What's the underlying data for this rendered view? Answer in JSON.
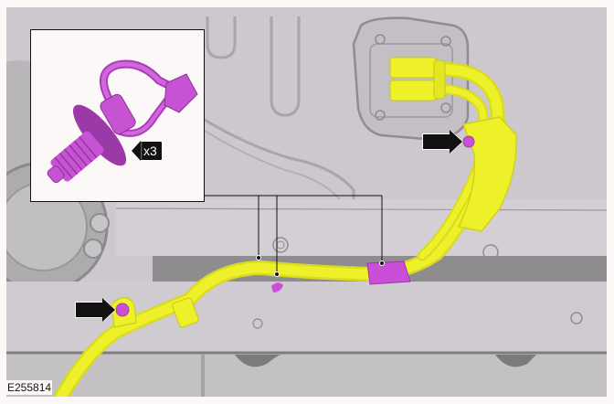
{
  "figure": {
    "reference_code": "E255814",
    "background_color": "#cbc7cc",
    "harness_color": "#eef02a",
    "clip_color": "#c94fd6"
  },
  "inset": {
    "component": "push-pin-clip",
    "quantity_label": "x3"
  },
  "arrows": [
    {
      "name": "upper-right-fastener-arrow",
      "direction": "right"
    },
    {
      "name": "lower-left-fastener-arrow",
      "direction": "right"
    }
  ],
  "leader_lines": {
    "count": 3,
    "targets": [
      "harness-clip-1",
      "harness-clip-2",
      "harness-clip-3"
    ]
  }
}
